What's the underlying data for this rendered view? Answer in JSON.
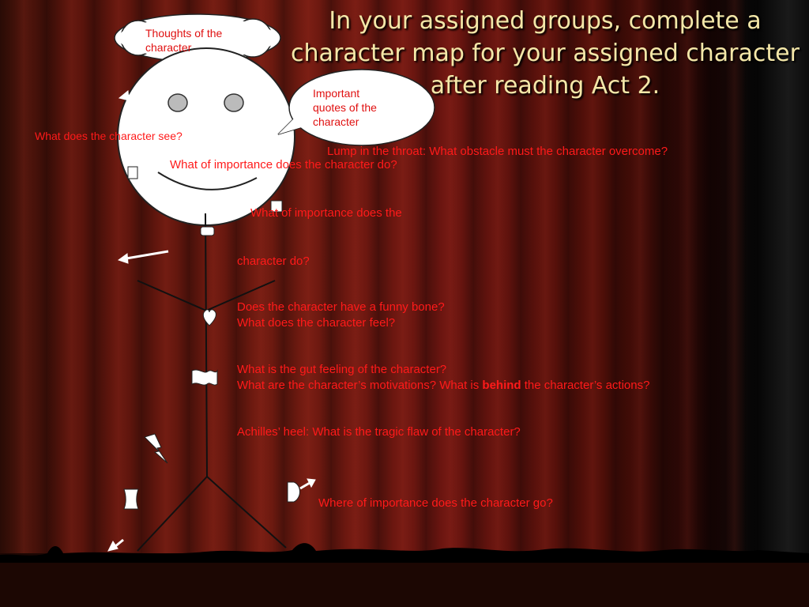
{
  "title": "In your assigned groups, complete a character map for your assigned character after reading Act 2.",
  "bubbles": {
    "thoughts": "Thoughts of the character",
    "quotes": "Important quotes of the character"
  },
  "prompts": {
    "see": "What does the character see?",
    "throat": "Lump in the throat:  What obstacle must the character overcome?",
    "do_overlay": "What of importance does the character do?",
    "do_line1": "What of importance does the",
    "do_line2": "character do?",
    "funny_bone": "Does the character have a funny bone?",
    "feel": "What does the character feel?",
    "gut": "What is the gut feeling of the character?",
    "motivations_a": "What are the character’s motivations?  What is ",
    "motivations_bold": "behind",
    "motivations_b": " the character’s actions?",
    "achilles": "Achilles’ heel:  What is the tragic flaw of the character?",
    "go": "Where of importance does the character go?"
  },
  "colors": {
    "prompt": "#ff1a1a",
    "title": "#f4e7a8",
    "curtain": "#6e1a10"
  }
}
